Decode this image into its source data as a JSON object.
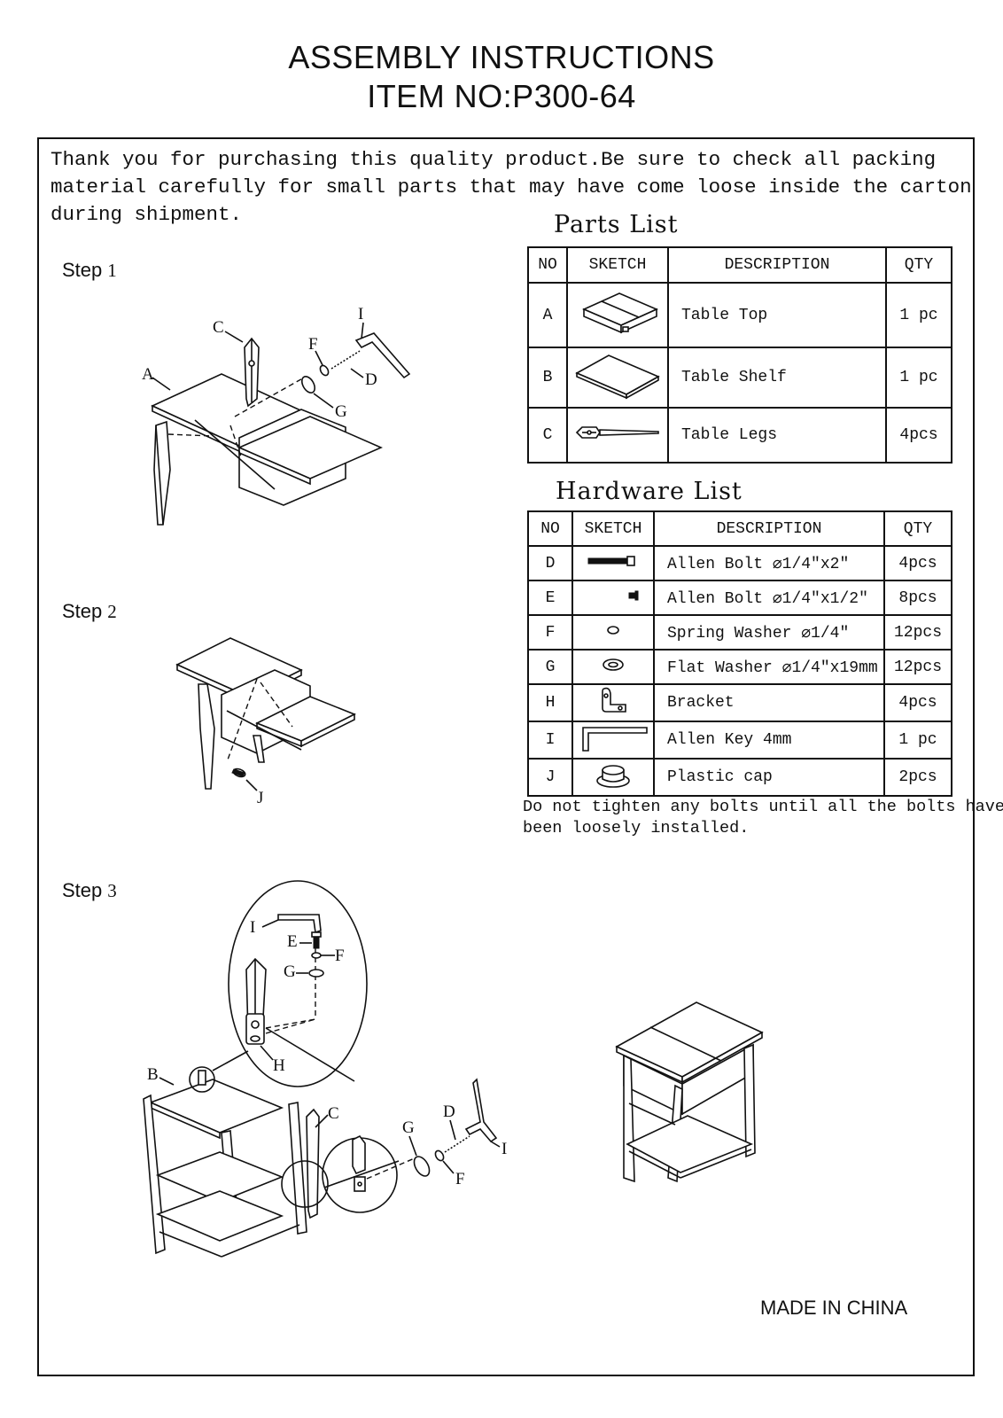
{
  "header": {
    "line1": "ASSEMBLY INSTRUCTIONS",
    "line2": "ITEM NO:P300-64"
  },
  "intro": "Thank you for purchasing this quality product.Be sure to check all packing\nmaterial carefully for small parts that may have come loose inside the carton\nduring shipment.",
  "parts_list": {
    "title": "Parts List",
    "headers": {
      "no": "NO",
      "sketch": "SKETCH",
      "description": "DESCRIPTION",
      "qty": "QTY"
    },
    "rows": [
      {
        "no": "A",
        "description": "Table Top",
        "qty": "1 pc",
        "icon": "table-top-icon"
      },
      {
        "no": "B",
        "description": "Table Shelf",
        "qty": "1 pc",
        "icon": "table-shelf-icon"
      },
      {
        "no": "C",
        "description": "Table Legs",
        "qty": "4pcs",
        "icon": "table-leg-icon"
      }
    ]
  },
  "hardware_list": {
    "title": "Hardware List",
    "headers": {
      "no": "NO",
      "sketch": "SKETCH",
      "description": "DESCRIPTION",
      "qty": "QTY"
    },
    "rows": [
      {
        "no": "D",
        "description": "Allen Bolt ⌀1/4″x2″",
        "qty": "4pcs",
        "icon": "long-bolt-icon"
      },
      {
        "no": "E",
        "description": "Allen Bolt ⌀1/4″x1/2″",
        "qty": "8pcs",
        "icon": "short-bolt-icon"
      },
      {
        "no": "F",
        "description": "Spring Washer  ⌀1/4″",
        "qty": "12pcs",
        "icon": "spring-washer-icon"
      },
      {
        "no": "G",
        "description": "Flat Washer  ⌀1/4″x19mm",
        "qty": "12pcs",
        "icon": "flat-washer-icon"
      },
      {
        "no": "H",
        "description": "Bracket",
        "qty": "4pcs",
        "icon": "bracket-icon"
      },
      {
        "no": "I",
        "description": "Allen Key 4mm",
        "qty": "1 pc",
        "icon": "allen-key-icon"
      },
      {
        "no": "J",
        "description": "Plastic cap",
        "qty": "2pcs",
        "icon": "plastic-cap-icon"
      }
    ]
  },
  "note": "Do not tighten any bolts until all the bolts have\nbeen loosely installed.",
  "steps": [
    {
      "word": "Step",
      "num": "1"
    },
    {
      "word": "Step",
      "num": "2"
    },
    {
      "word": "Step",
      "num": "3"
    }
  ],
  "callouts": {
    "step1": [
      "A",
      "C",
      "F",
      "I",
      "D",
      "G"
    ],
    "step2": [
      "J"
    ],
    "step3": [
      "I",
      "E",
      "F",
      "G",
      "H",
      "B",
      "C",
      "G",
      "D",
      "I",
      "F"
    ]
  },
  "footer": "MADE  IN CHINA"
}
